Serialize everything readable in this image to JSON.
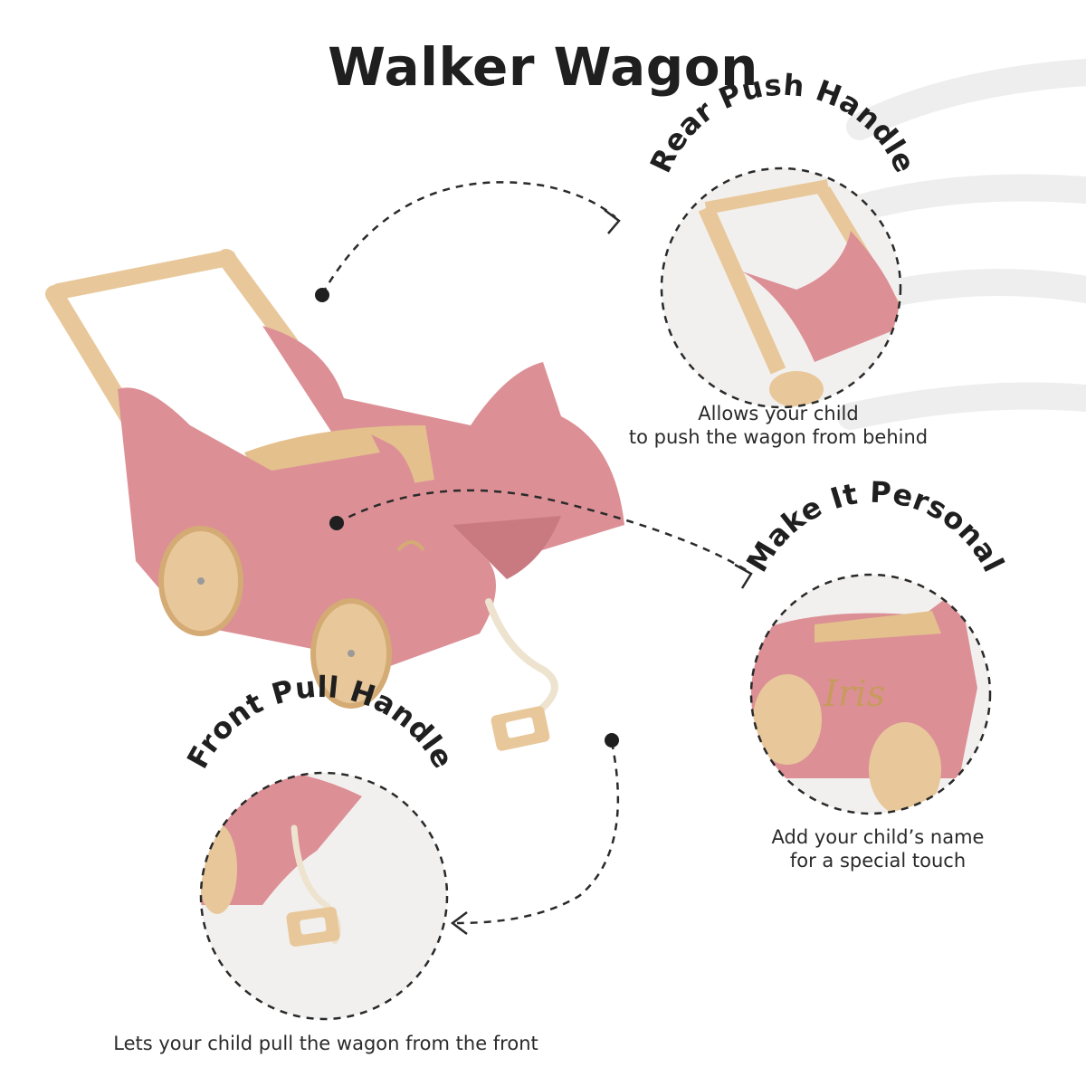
{
  "title": "Walker Wagon",
  "features": [
    {
      "heading": "Rear Push Handle",
      "description_line1": "Allows your child",
      "description_line2": "to push the wagon from behind"
    },
    {
      "heading": "Make It Personal",
      "description_line1": "Add your child’s name",
      "description_line2": "for a special touch"
    },
    {
      "heading": "Front Pull Handle",
      "description": "Lets your child pull the wagon from the front"
    }
  ],
  "engraved_name": "Iris",
  "colors": {
    "wagon_pink": "#dc9096",
    "wagon_pink_shadow": "#c97a81",
    "wood": "#e8c89a",
    "wood_dark": "#d4ab74",
    "rope": "#ede3cf",
    "dash": "#2a2a2a",
    "decor_lines": "#eeeeee"
  }
}
